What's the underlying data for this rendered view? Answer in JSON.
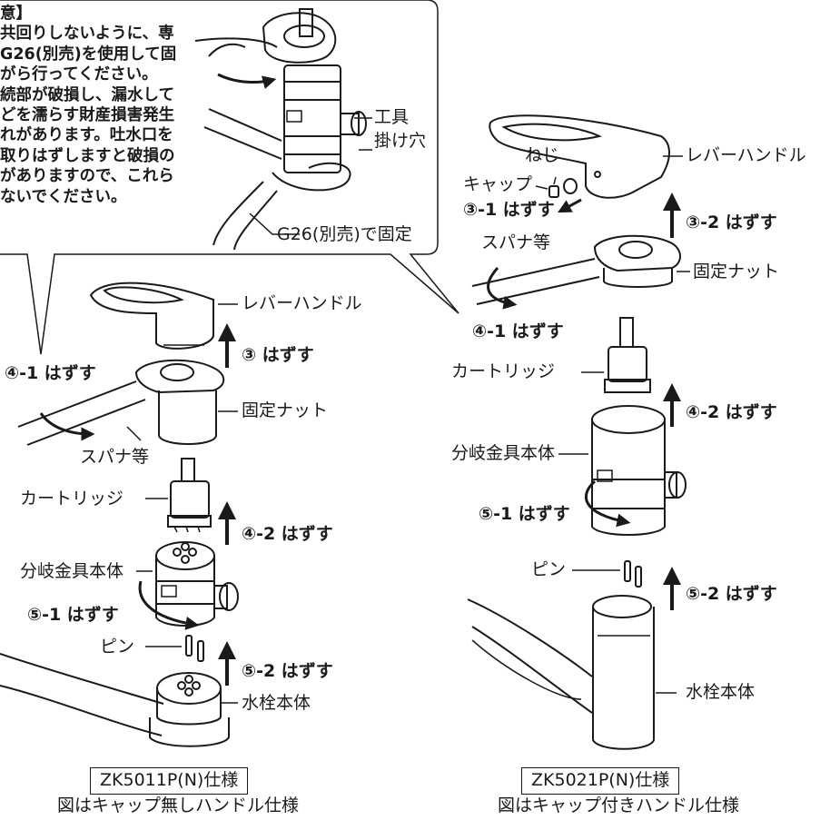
{
  "warning": {
    "lines": [
      "意】",
      "共回りしないように、専",
      "G26(別売)を使用して固",
      "がら行ってください。",
      "続部が破損し、漏水して",
      "どを濡らす財産損害発生",
      "れがあります。吐水口を",
      "取りはずしますと破損の",
      "がありますので、これら",
      "ないでください。"
    ],
    "tool_hole_label_1": "工具",
    "tool_hole_label_2": "掛け穴",
    "g26_label": "G26(別売)で固定"
  },
  "left": {
    "lever_handle": "レバーハンドル",
    "step3": "③ はずす",
    "step4_1": "④-1 はずす",
    "fixed_nut": "固定ナット",
    "spanner": "スパナ等",
    "cartridge": "カートリッジ",
    "step4_2": "④-2 はずす",
    "branch_body": "分岐金具本体",
    "step5_1": "⑤-1 はずす",
    "pin": "ピン",
    "step5_2": "⑤-2 はずす",
    "faucet_body": "水栓本体",
    "model": "ZK5011P(N)仕様",
    "caption": "図はキャップ無しハンドル仕様"
  },
  "right": {
    "screw": "ねじ",
    "cap": "キャップ",
    "lever_handle": "レバーハンドル",
    "step3_1": "③-1 はずす",
    "step3_2": "③-2 はずす",
    "spanner": "スパナ等",
    "fixed_nut": "固定ナット",
    "step4_1": "④-1 はずす",
    "cartridge": "カートリッジ",
    "step4_2": "④-2 はずす",
    "branch_body": "分岐金具本体",
    "step5_1": "⑤-1 はずす",
    "pin": "ピン",
    "step5_2": "⑤-2 はずす",
    "faucet_body": "水栓本体",
    "model": "ZK5021P(N)仕様",
    "caption": "図はキャップ付きハンドル仕様"
  }
}
